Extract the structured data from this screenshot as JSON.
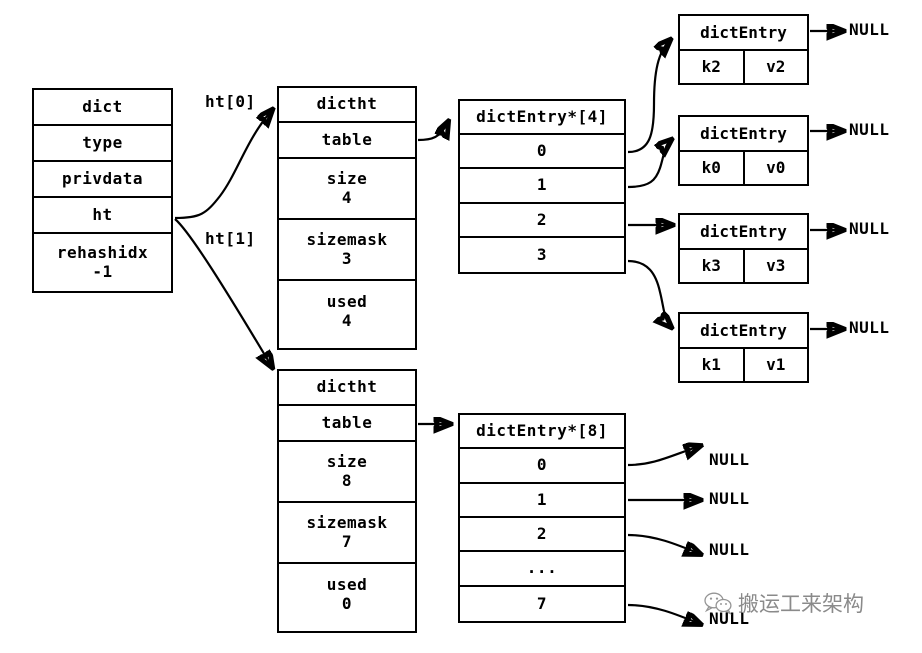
{
  "diagram": {
    "title": "Redis dict / dictht / dictEntry structure",
    "ink_color": "#000000",
    "background": "#ffffff"
  },
  "dict_struct": {
    "name": "dict-struct",
    "rows": [
      {
        "label": "dict",
        "value": ""
      },
      {
        "label": "type",
        "value": ""
      },
      {
        "label": "privdata",
        "value": ""
      },
      {
        "label": "ht",
        "value": ""
      },
      {
        "label": "rehashidx",
        "value": "-1"
      }
    ]
  },
  "pointer_labels": {
    "ht0": "ht[0]",
    "ht1": "ht[1]"
  },
  "dictht0": {
    "name": "dictht-0",
    "header": "dictht",
    "table_label": "table",
    "fields": [
      {
        "label": "size",
        "value": "4"
      },
      {
        "label": "sizemask",
        "value": "3"
      },
      {
        "label": "used",
        "value": "4"
      }
    ]
  },
  "dictht1": {
    "name": "dictht-1",
    "header": "dictht",
    "table_label": "table",
    "fields": [
      {
        "label": "size",
        "value": "8"
      },
      {
        "label": "sizemask",
        "value": "7"
      },
      {
        "label": "used",
        "value": "0"
      }
    ]
  },
  "bucket0": {
    "name": "bucket-array-4",
    "header": "dictEntry*[4]",
    "cells": [
      "0",
      "1",
      "2",
      "3"
    ]
  },
  "bucket1": {
    "name": "bucket-array-8",
    "header": "dictEntry*[8]",
    "cells": [
      "0",
      "1",
      "2",
      "...",
      "7"
    ]
  },
  "entries": [
    {
      "header": "dictEntry",
      "key": "k2",
      "value": "v2",
      "next": "NULL"
    },
    {
      "header": "dictEntry",
      "key": "k0",
      "value": "v0",
      "next": "NULL"
    },
    {
      "header": "dictEntry",
      "key": "k3",
      "value": "v3",
      "next": "NULL"
    },
    {
      "header": "dictEntry",
      "key": "k1",
      "value": "v1",
      "next": "NULL"
    }
  ],
  "bucket1_nulls": [
    "NULL",
    "NULL",
    "NULL",
    "NULL"
  ],
  "watermark": {
    "text": "搬运工来架构",
    "logo": "wechat-logo"
  }
}
